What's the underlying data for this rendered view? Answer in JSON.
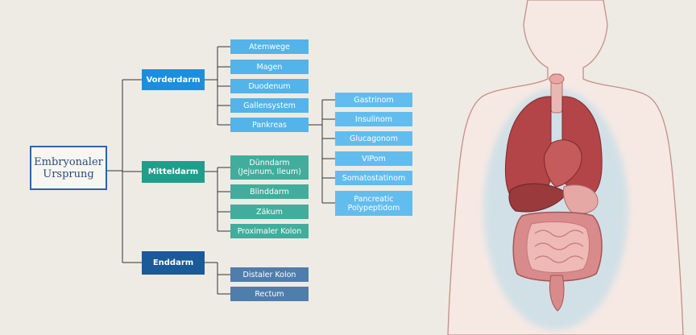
{
  "root": {
    "label_line1": "Embryonaler",
    "label_line2": "Ursprung"
  },
  "branches": [
    {
      "label": "Vorderdarm",
      "color": "#1a8fe0",
      "children": [
        "Atemwege",
        "Magen",
        "Duodenum",
        "Gallensystem",
        "Pankreas"
      ]
    },
    {
      "label": "Mitteldarm",
      "color": "#1f9e8c",
      "children": [
        "Dünndarm (Jejunum, Ileum)",
        "Blinddarm",
        "Zäkum",
        "Proximaler Kolon"
      ]
    },
    {
      "label": "Enddarm",
      "color": "#1a5a99",
      "children": [
        "Distaler Kolon",
        "Rectum"
      ]
    }
  ],
  "pancreas_tumors": [
    "Gastrinom",
    "Insulinom",
    "Glucagonom",
    "VIPom",
    "Somatostatinom",
    "Pancreatic Polypeptidom"
  ],
  "colors": {
    "foregut_children": "#52b4ea",
    "midgut_children": "#42ad9c",
    "hindgut_children": "#4f7dac",
    "tumors": "#62bdee",
    "lines": "#333333",
    "root_border": "#2e64a3"
  }
}
